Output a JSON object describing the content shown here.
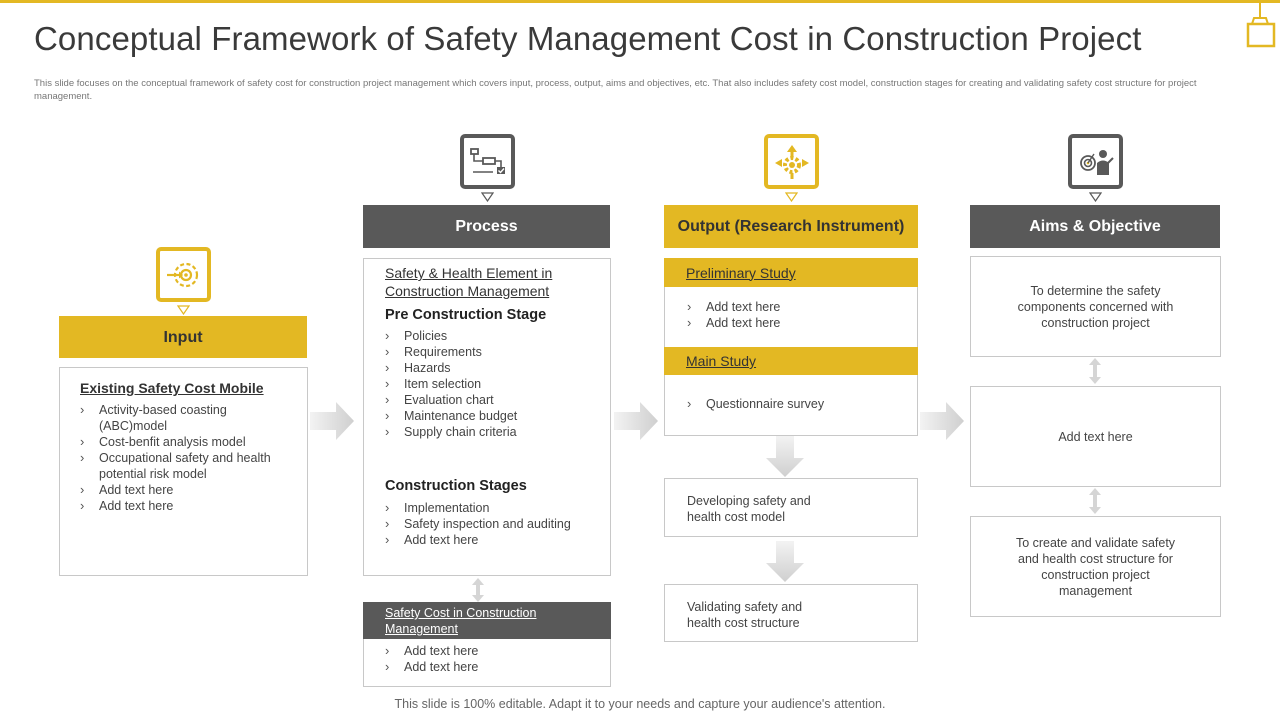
{
  "slide": {
    "title": "Conceptual Framework of Safety Management Cost in Construction Project",
    "subtitle": "This slide focuses on the conceptual framework of safety cost for construction project management which covers input, process, output, aims and objectives, etc. That also includes safety cost model, construction stages for creating and validating safety cost structure for project management.",
    "footer": "This slide is 100% editable. Adapt it to your needs and capture your audience's attention.",
    "colors": {
      "accent": "#e3b823",
      "dark": "#595959",
      "border": "#c8c8c8"
    }
  },
  "input": {
    "header": "Input",
    "icon": "target-gear-icon",
    "heading": "Existing Safety Cost Mobile",
    "items": [
      "Activity-based coasting (ABC)model",
      "Cost-benfit analysis model",
      "Occupational safety and health potential risk model",
      "Add text here",
      "Add text here"
    ]
  },
  "process": {
    "header": "Process",
    "icon": "flowchart-icon",
    "heading": "Safety & Health Element in Construction Management",
    "pre_stage": {
      "title": "Pre Construction Stage",
      "items": [
        "Policies",
        "Requirements",
        "Hazards",
        "Item selection",
        "Evaluation chart",
        "Maintenance budget",
        "Supply chain criteria"
      ]
    },
    "stages": {
      "title": "Construction Stages",
      "items": [
        "Implementation",
        "Safety inspection and auditing",
        "Add text here"
      ]
    },
    "cost_box": {
      "heading": "Safety Cost in Construction Management",
      "items": [
        "Add text here",
        "Add text here"
      ]
    }
  },
  "output": {
    "header": "Output (Research Instrument)",
    "icon": "gear-arrows-icon",
    "preliminary": {
      "title": "Preliminary Study",
      "items": [
        "Add text here",
        "Add text here"
      ]
    },
    "main": {
      "title": "Main Study",
      "items": [
        "Questionnaire survey"
      ]
    },
    "developing": "Developing  safety and health cost model",
    "validating": "Validating safety and health cost structure"
  },
  "aims": {
    "header": "Aims & Objective",
    "icon": "target-person-icon",
    "box1": "To determine the safety components concerned with construction project",
    "box2": "Add text here",
    "box3": "To create and validate  safety and health cost structure for construction project management"
  }
}
